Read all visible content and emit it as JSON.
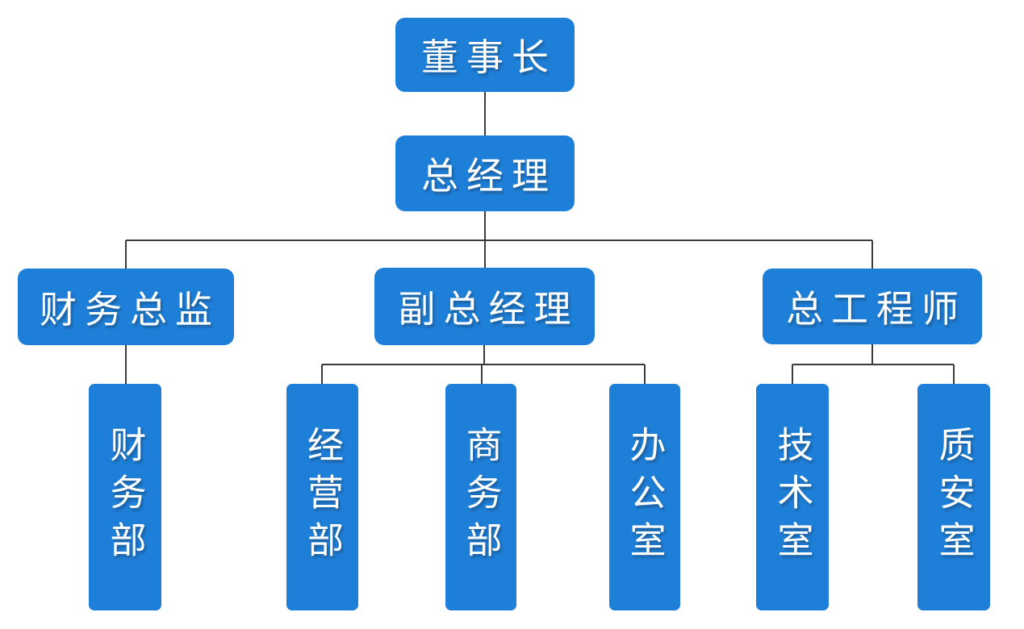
{
  "diagram": {
    "type": "org-chart",
    "colors": {
      "node_fill": "#1e7fd9",
      "node_text": "#ffffff",
      "connector": "#3b3b3b",
      "background": "#ffffff"
    },
    "nodes": {
      "chairman": {
        "label": "董事长"
      },
      "general_manager": {
        "label": "总经理"
      },
      "finance_director": {
        "label": "财务总监"
      },
      "deputy_general_manager": {
        "label": "副总经理"
      },
      "chief_engineer": {
        "label": "总工程师"
      },
      "finance_dept": {
        "label": "财务部"
      },
      "operations_dept": {
        "label": "经营部"
      },
      "commerce_dept": {
        "label": "商务部"
      },
      "office": {
        "label": "办公室"
      },
      "technical_office": {
        "label": "技术室"
      },
      "quality_safety_office": {
        "label": "质安室"
      }
    },
    "edges": [
      {
        "from": "chairman",
        "to": "general_manager"
      },
      {
        "from": "general_manager",
        "to": "finance_director"
      },
      {
        "from": "general_manager",
        "to": "deputy_general_manager"
      },
      {
        "from": "general_manager",
        "to": "chief_engineer"
      },
      {
        "from": "finance_director",
        "to": "finance_dept"
      },
      {
        "from": "deputy_general_manager",
        "to": "operations_dept"
      },
      {
        "from": "deputy_general_manager",
        "to": "commerce_dept"
      },
      {
        "from": "deputy_general_manager",
        "to": "office"
      },
      {
        "from": "chief_engineer",
        "to": "technical_office"
      },
      {
        "from": "chief_engineer",
        "to": "quality_safety_office"
      }
    ]
  }
}
